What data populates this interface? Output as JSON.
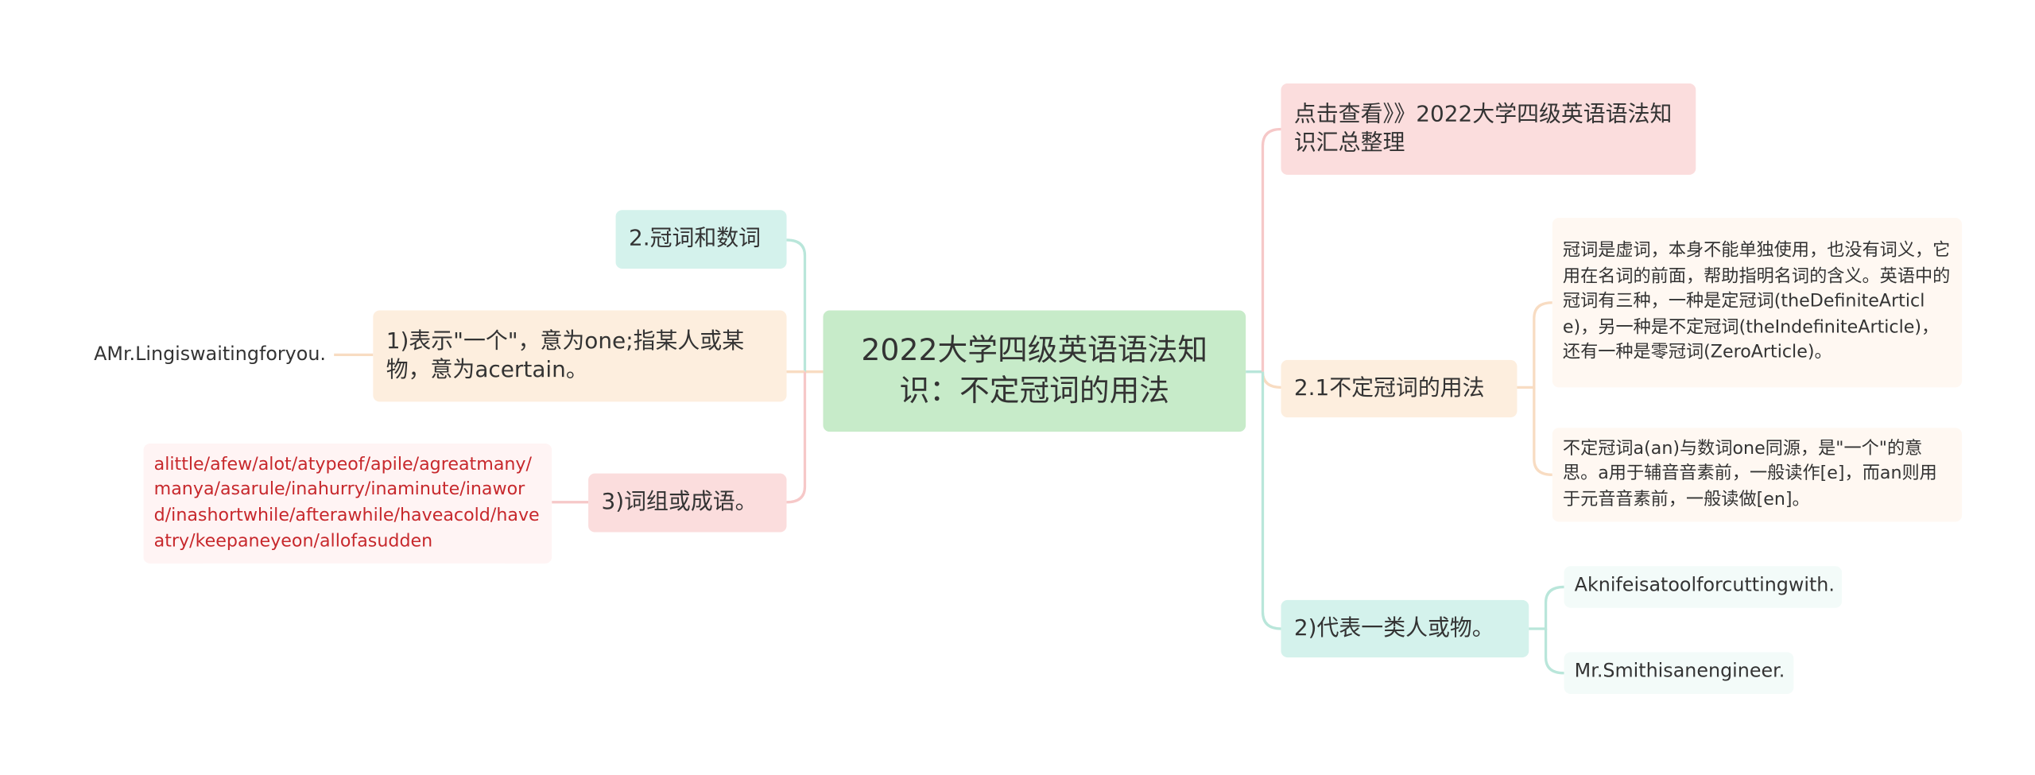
{
  "mindmap": {
    "root": "2022大学四级英语语法知识：不定冠词的用法",
    "right": {
      "link_node": "点击查看》》2022大学四级英语语法知识汇总整理",
      "usage": {
        "label": "2.1不定冠词的用法",
        "desc1": "冠词是虚词，本身不能单独使用，也没有词义，它用在名词的前面，帮助指明名词的含义。英语中的冠词有三种，一种是定冠词(theDefiniteArticle)，另一种是不定冠词(theIndefiniteArticle)，还有一种是零冠词(ZeroArticle)。",
        "desc2": "不定冠词a(an)与数词one同源，是\"一个\"的意思。a用于辅音音素前，一般读作[e]，而an则用于元音音素前，一般读做[en]。"
      },
      "category": {
        "label": "2)代表一类人或物。",
        "example1": "Aknifeisatoolforcuttingwith.",
        "example2": "Mr.Smithisanengineer."
      }
    },
    "left": {
      "article_numeral": "2.冠词和数词",
      "one": {
        "label": "1)表示\"一个\"，意为one;指某人或某物，意为acertain。",
        "example": "AMr.Lingiswaitingforyou."
      },
      "phrases": {
        "label": "3)词组或成语。",
        "list": "alittle/afew/alot/atypeof/apile/agreatmany/manya/asarule/inahurry/inaminute/inaword/inashortwhile/afterawhile/haveacold/haveatry/keepaneyeon/allofasudden"
      }
    }
  },
  "colors": {
    "root_fill": "#c7ebc9",
    "pink_fill": "#fbdddd",
    "teal_fill": "#d4f2ec",
    "peach_fill": "#fdeede",
    "red_text": "#c7282c",
    "teal_line": "#b9e6da",
    "pink_line": "#f6c8c8",
    "peach_line": "#f8dcc2"
  }
}
